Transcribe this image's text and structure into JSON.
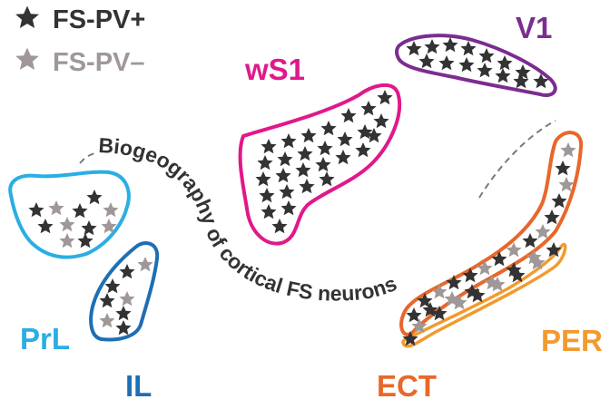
{
  "legend": {
    "items": [
      {
        "label": "FS-PV+",
        "color": "#333333"
      },
      {
        "label": "FS-PV–",
        "color": "#a09898"
      }
    ]
  },
  "title_arc": "Biogeography of cortical FS neurons",
  "colors": {
    "dark_star": "#333333",
    "grey_star": "#a09898",
    "arc_line": "#7a7a7a"
  },
  "regions": [
    {
      "id": "PrL",
      "label": "PrL",
      "color": "#2aaee3",
      "composition": "mixed"
    },
    {
      "id": "IL",
      "label": "IL",
      "color": "#1d6fb5",
      "composition": "mixed"
    },
    {
      "id": "wS1",
      "label": "wS1",
      "color": "#e0198a",
      "composition": "FS-PV+ only"
    },
    {
      "id": "V1",
      "label": "V1",
      "color": "#7b2d8f",
      "composition": "FS-PV+ only"
    },
    {
      "id": "ECT",
      "label": "ECT",
      "color": "#e8672a",
      "composition": "mixed"
    },
    {
      "id": "PER",
      "label": "PER",
      "color": "#f29a2e",
      "composition": "mixed"
    }
  ]
}
